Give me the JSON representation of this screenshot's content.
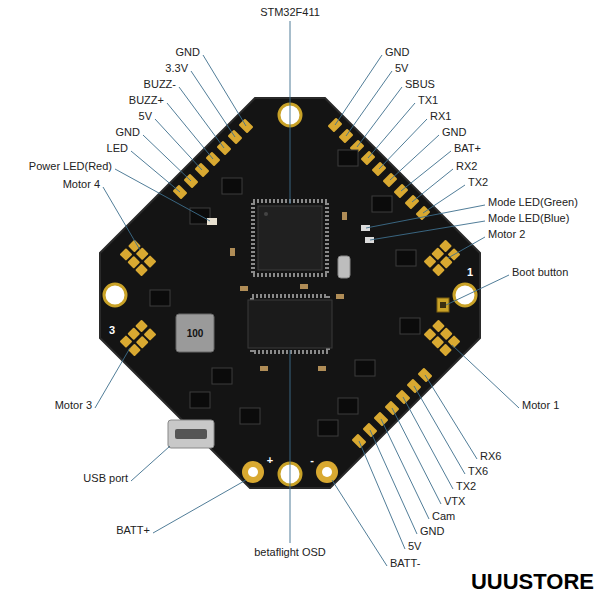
{
  "diagram": {
    "labels": [
      "STM32F411",
      "GND",
      "3.3V",
      "BUZZ-",
      "BUZZ+",
      "5V",
      "GND",
      "LED",
      "Power LED(Red)",
      "Motor 4",
      "GND",
      "5V",
      "SBUS",
      "TX1",
      "RX1",
      "GND",
      "BAT+",
      "RX2",
      "TX2",
      "Mode LED(Green)",
      "Mode LED(Blue)",
      "Motor 2",
      "Boot button",
      "Motor 3",
      "Motor 1",
      "USB port",
      "RX6",
      "TX6",
      "TX2",
      "VTX",
      "Cam",
      "GND",
      "5V",
      "BATT+",
      "betaflight OSD",
      "BATT-",
      "1",
      "3",
      "100",
      "+",
      "-",
      "UUUSTORE"
    ]
  }
}
